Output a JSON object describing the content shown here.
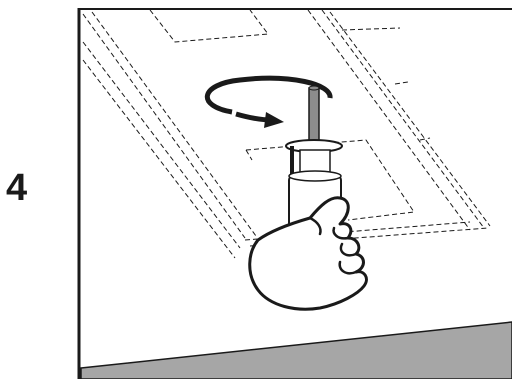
{
  "step": {
    "number": "4"
  },
  "illustration": {
    "icons": [
      "ceiling-panel-outline",
      "rotation-arrow-icon",
      "hand-icon",
      "fixture-cylinder",
      "mounting-rod"
    ],
    "colors": {
      "line": "#1a1a1a",
      "floor": "#a6a6a6",
      "background": "#ffffff"
    }
  }
}
